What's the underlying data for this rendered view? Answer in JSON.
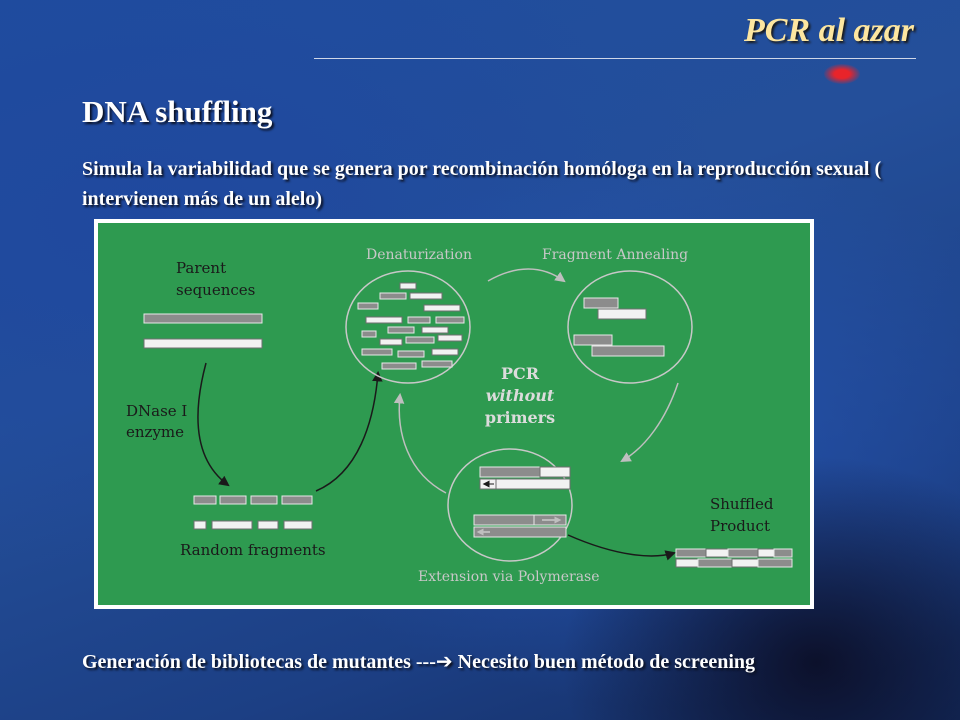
{
  "slide": {
    "title": "PCR al azar",
    "subtitle": "DNA shuffling",
    "description": "Simula la variabilidad que se genera por recombinación homóloga en la reproducción sexual ( intervienen más de un alelo)",
    "footer_before": "Generación de bibliotecas de mutantes ---",
    "footer_arrow": "➔",
    "footer_after": " Necesito buen método de screening"
  },
  "diagram": {
    "parent_sequences": "Parent sequences",
    "parent_line1": "Parent",
    "parent_line2": "sequences",
    "dnase_line1": "DNase I",
    "dnase_line2": "enzyme",
    "random_fragments": "Random fragments",
    "denaturization": "Denaturization",
    "fragment_annealing": "Fragment Annealing",
    "pcr_line1": "PCR",
    "pcr_line2": "without",
    "pcr_line3": "primers",
    "extension": "Extension via Polymerase",
    "shuffled_line1": "Shuffled",
    "shuffled_line2": "Product"
  },
  "colors": {
    "figure_background": "#2e9a50",
    "strand_gray": "#8c8c8c",
    "strand_white": "#f2f2f2",
    "label_gray": "#c8c8c8",
    "title_color": "#fde6a0"
  }
}
